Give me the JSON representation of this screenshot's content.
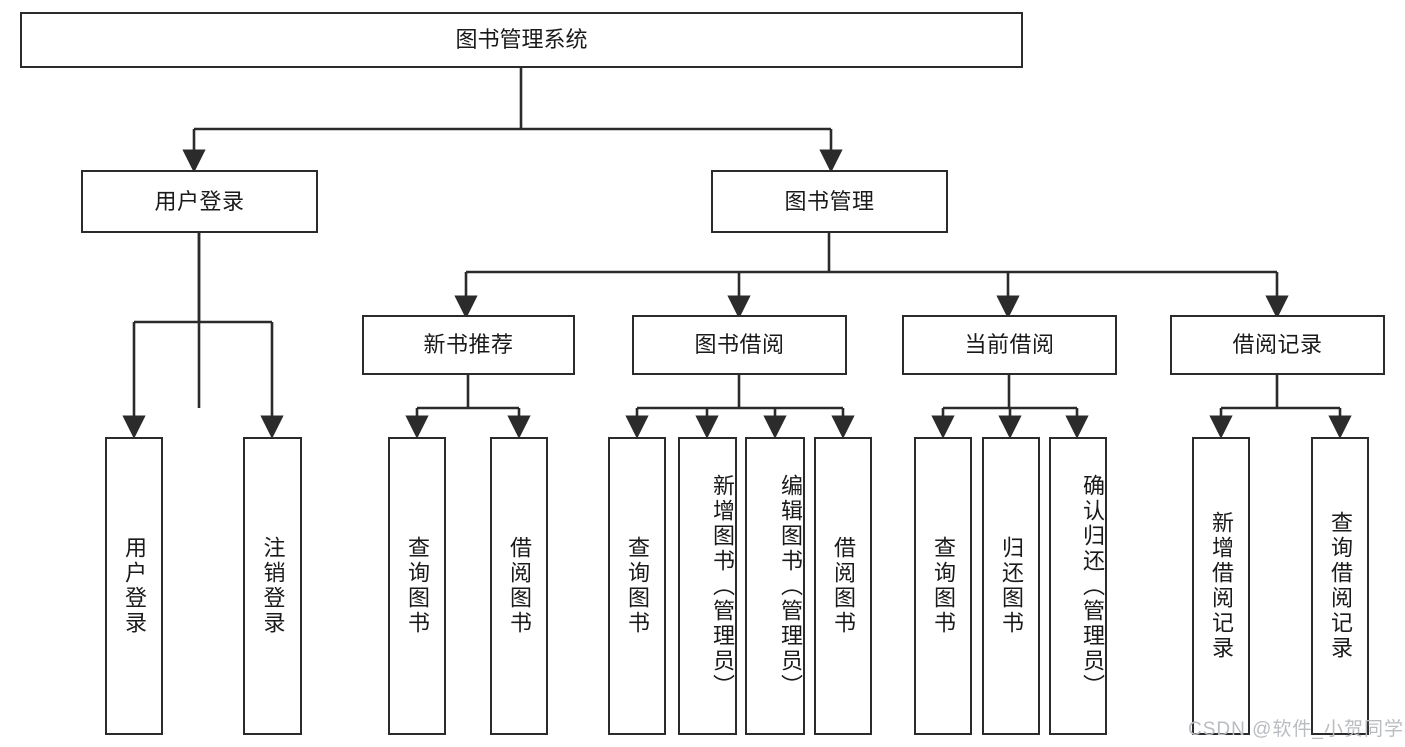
{
  "diagram": {
    "type": "tree",
    "title": "图书管理系统",
    "orientation": "top-down",
    "colors": {
      "box_border": "#2b2b2b",
      "box_fill": "#ffffff",
      "edge": "#2b2b2b",
      "text": "#1a1a1a",
      "watermark": "#b9bcc0"
    }
  },
  "watermark": {
    "text": "CSDN @软件_小贺同学"
  },
  "nodes": {
    "root": {
      "label": "图书管理系统"
    },
    "level2": [
      {
        "id": "user-login",
        "label": "用户登录"
      },
      {
        "id": "book-manage",
        "label": "图书管理"
      }
    ],
    "level3": [
      {
        "id": "new-book-recommend",
        "label": "新书推荐"
      },
      {
        "id": "book-borrow",
        "label": "图书借阅"
      },
      {
        "id": "current-borrow",
        "label": "当前借阅"
      },
      {
        "id": "borrow-record",
        "label": "借阅记录"
      }
    ],
    "leaves": {
      "user_login": [
        {
          "id": "leaf-user-login",
          "label": "用户登录"
        },
        {
          "id": "leaf-logout",
          "label": "注销登录"
        }
      ],
      "new_book_recommend": [
        {
          "id": "leaf-query-book-1",
          "label": "查询图书"
        },
        {
          "id": "leaf-borrow-book-1",
          "label": "借阅图书"
        }
      ],
      "book_borrow": [
        {
          "id": "leaf-query-book-2",
          "label": "查询图书"
        },
        {
          "id": "leaf-add-book",
          "label": "新增图书（管理员）"
        },
        {
          "id": "leaf-edit-book",
          "label": "编辑图书（管理员）"
        },
        {
          "id": "leaf-borrow-book-2",
          "label": "借阅图书"
        }
      ],
      "current_borrow": [
        {
          "id": "leaf-query-book-3",
          "label": "查询图书"
        },
        {
          "id": "leaf-return-book",
          "label": "归还图书"
        },
        {
          "id": "leaf-confirm-return",
          "label": "确认归还（管理员）"
        }
      ],
      "borrow_record": [
        {
          "id": "leaf-add-record",
          "label": "新增借阅记录"
        },
        {
          "id": "leaf-query-record",
          "label": "查询借阅记录"
        }
      ]
    }
  }
}
